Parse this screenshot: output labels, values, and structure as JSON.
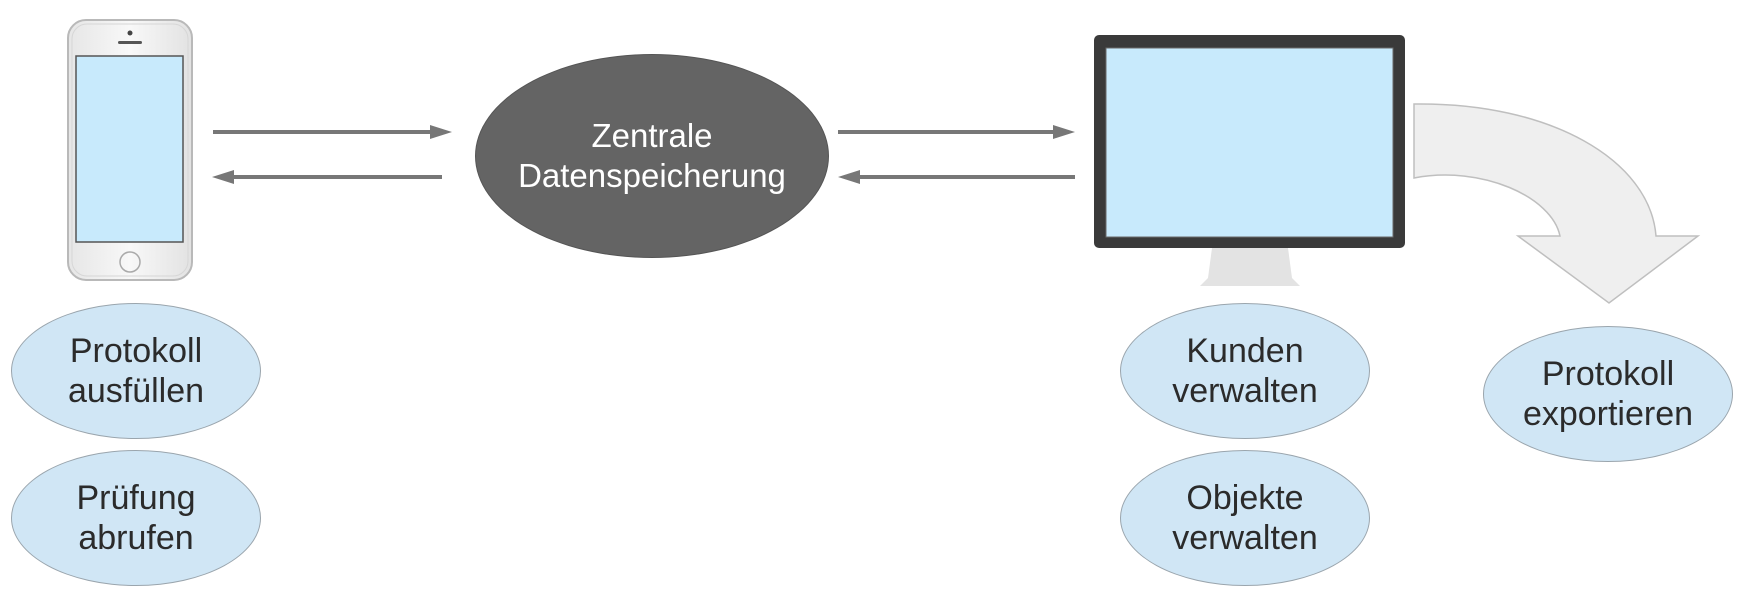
{
  "central_storage": {
    "lines": [
      "Zentrale",
      "Datenspeicherung"
    ]
  },
  "phone_functions": [
    {
      "lines": [
        "Protokoll",
        "ausfüllen"
      ]
    },
    {
      "lines": [
        "Prüfung",
        "abrufen"
      ]
    }
  ],
  "desktop_functions": [
    {
      "lines": [
        "Kunden",
        "verwalten"
      ]
    },
    {
      "lines": [
        "Objekte",
        "verwalten"
      ]
    }
  ],
  "export_function": {
    "lines": [
      "Protokoll",
      "exportieren"
    ]
  },
  "colors": {
    "oval_fill": "#d0e6f5",
    "central_fill": "#646464",
    "screen_fill": "#c8eafc",
    "arrow": "#777777",
    "export_arrow": "#efefef"
  },
  "icons": {
    "phone": "smartphone-icon",
    "desktop": "desktop-monitor-icon",
    "export": "curved-arrow-icon"
  }
}
